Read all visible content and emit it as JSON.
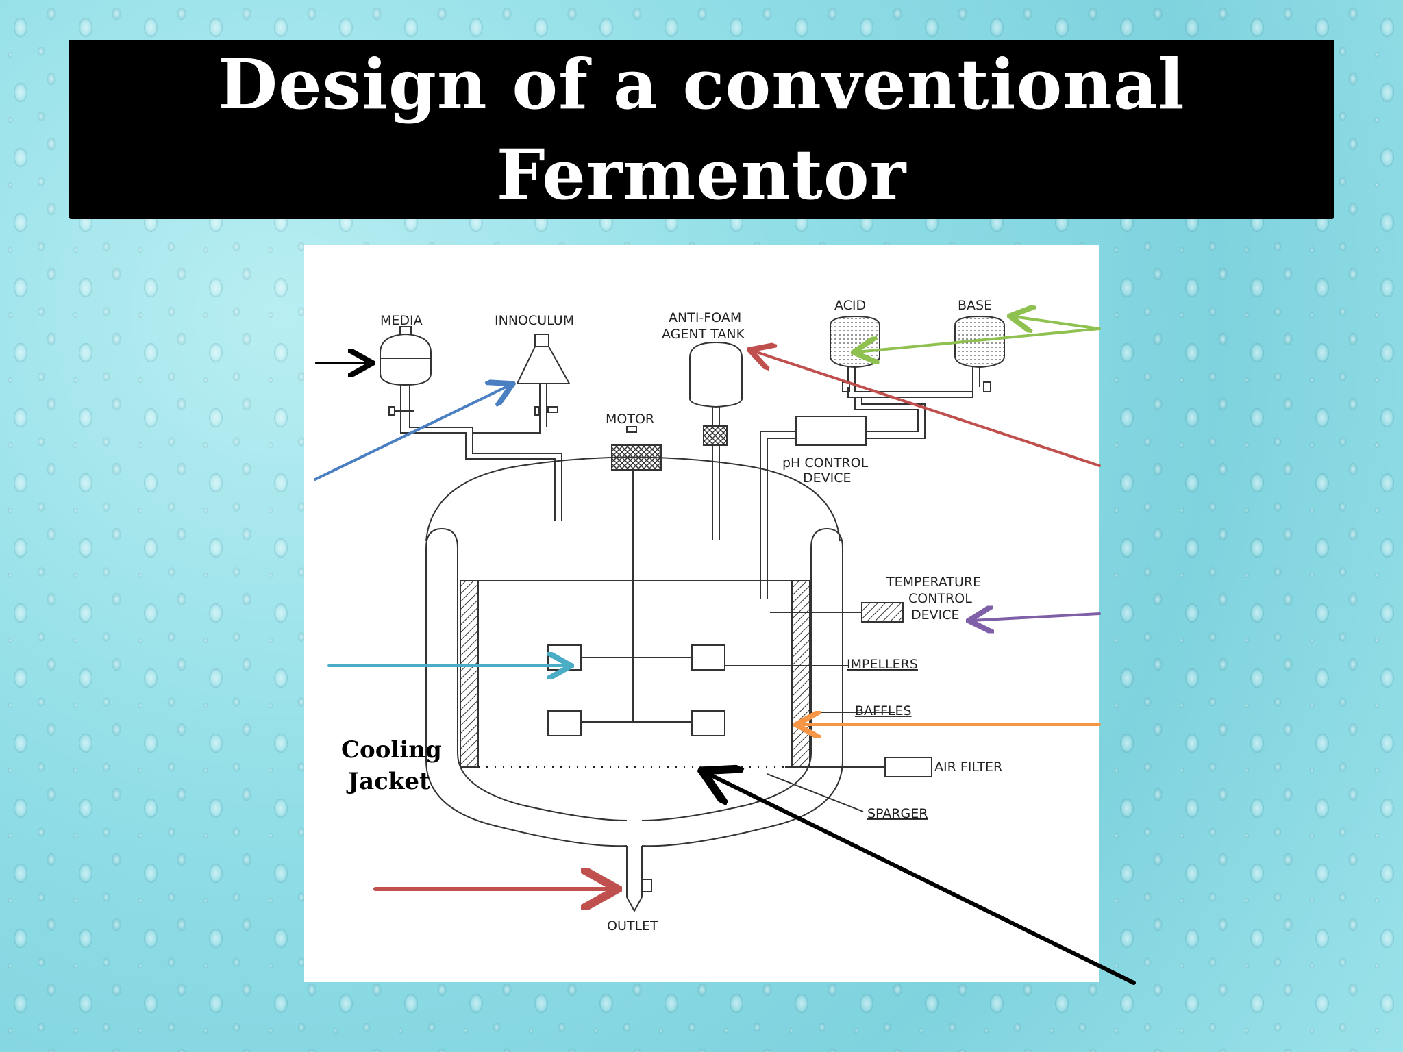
{
  "title": {
    "line1": "Design of a conventional",
    "line2": "Fermentor"
  },
  "labels": {
    "media": "MEDIA",
    "innoculum": "INNOCULUM",
    "antifoam_line1": "ANTI-FOAM",
    "antifoam_line2": "AGENT TANK",
    "acid": "ACID",
    "base": "BASE",
    "motor": "MOTOR",
    "ph_line1": "pH CONTROL",
    "ph_line2": "DEVICE",
    "temp_line1": "TEMPERATURE",
    "temp_line2": "CONTROL",
    "temp_line3": "DEVICE",
    "impellers": "IMPELLERS",
    "baffles": "BAFFLES",
    "air_filter": "AIR FILTER",
    "sparger": "SPARGER",
    "outlet": "OUTLET",
    "cooling_line1": "Cooling",
    "cooling_line2": "Jacket"
  },
  "colors": {
    "background": "#8fdde6",
    "title_bg": "#000000",
    "title_text": "#ffffff",
    "arrow_black": "#000000",
    "arrow_blue": "#4a7fc1",
    "arrow_green": "#8fc150",
    "arrow_red": "#c0504d",
    "arrow_purple": "#7f5fa8",
    "arrow_teal": "#4bacc6",
    "arrow_orange": "#f79646"
  }
}
